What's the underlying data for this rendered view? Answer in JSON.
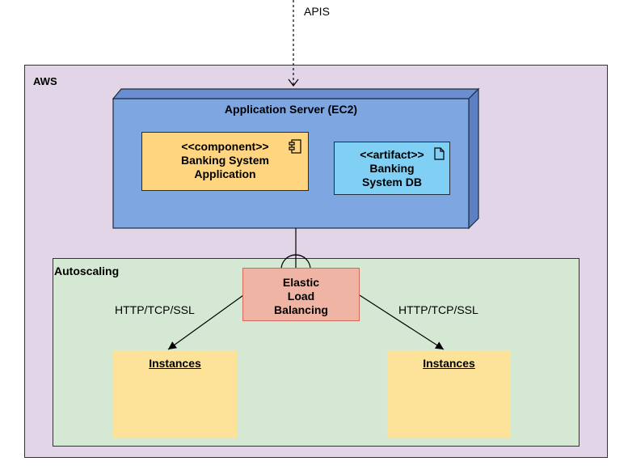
{
  "apis": {
    "label": "APIS"
  },
  "aws": {
    "label": "AWS"
  },
  "server": {
    "title": "Application Server (EC2)"
  },
  "component": {
    "stereotype": "<<component>>",
    "line1": "Banking System",
    "line2": "Application",
    "icon": "uml-component-icon"
  },
  "artifact": {
    "stereotype": "<<artifact>>",
    "line1": "Banking",
    "line2": "System DB",
    "icon": "document-icon"
  },
  "autoscaling": {
    "label": "Autoscaling"
  },
  "elb": {
    "line1": "Elastic",
    "line2": "Load",
    "line3": "Balancing"
  },
  "connections": {
    "left_label": "HTTP/TCP/SSL",
    "right_label": "HTTP/TCP/SSL"
  },
  "instances": [
    {
      "label": "Instances"
    },
    {
      "label": "Instances"
    }
  ],
  "colors": {
    "aws_fill": "#e1d5e7",
    "server_fill": "#7ea6e0",
    "component_fill": "#ffd580",
    "artifact_fill": "#7fd0f4",
    "autoscaling_fill": "#d5e8d4",
    "elb_fill": "#f0b4a4",
    "instances_fill": "#fde29a"
  }
}
